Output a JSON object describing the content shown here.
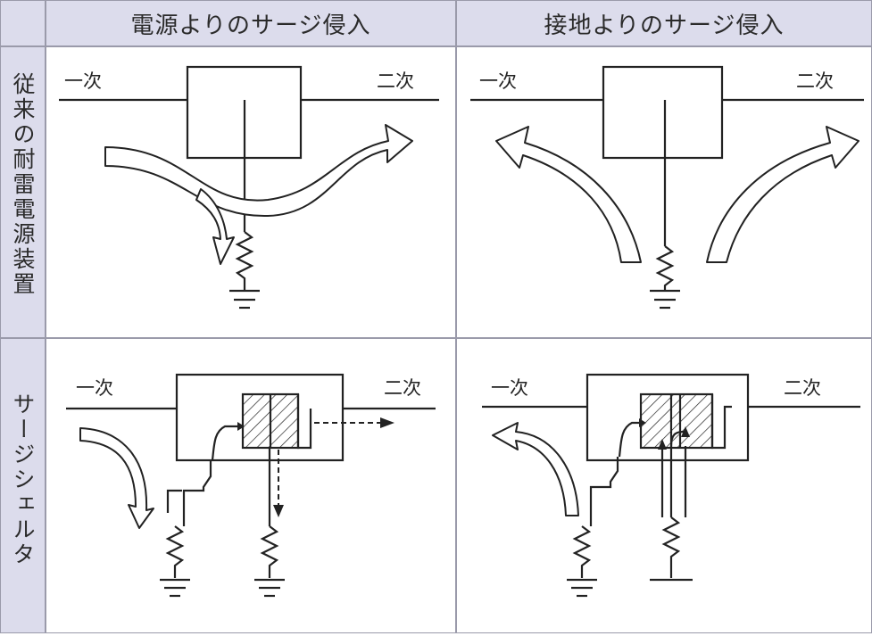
{
  "headers": {
    "col1": "電源よりのサージ侵入",
    "col2": "接地よりのサージ侵入"
  },
  "rows": {
    "row1": "従来の耐雷電源装置",
    "row2": "サージシェルタ"
  },
  "labels": {
    "primary": "一次",
    "secondary": "二次"
  },
  "colors": {
    "header_bg": "#dcdcec",
    "grid": "#9a9aaa",
    "line": "#222222"
  }
}
